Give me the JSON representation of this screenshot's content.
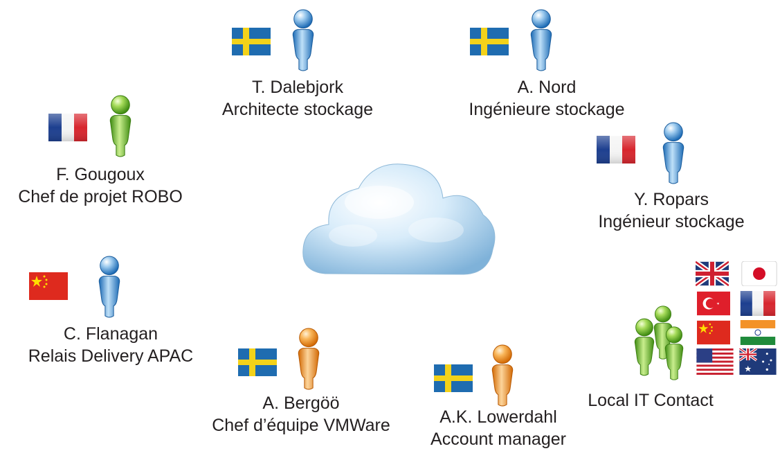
{
  "team": [
    {
      "id": "dalebjork",
      "name": "T. Dalebjork",
      "role": "Architecte stockage",
      "country_flag": "sweden",
      "figure_color": "blue"
    },
    {
      "id": "nord",
      "name": "A. Nord",
      "role": "Ingénieure stockage",
      "country_flag": "sweden",
      "figure_color": "blue"
    },
    {
      "id": "gougoux",
      "name": "F. Gougoux",
      "role": "Chef de projet ROBO",
      "country_flag": "france",
      "figure_color": "green"
    },
    {
      "id": "ropars",
      "name": "Y. Ropars",
      "role": "Ingénieur stockage",
      "country_flag": "france",
      "figure_color": "blue"
    },
    {
      "id": "flanagan",
      "name": "C. Flanagan",
      "role": "Relais Delivery APAC",
      "country_flag": "china",
      "figure_color": "blue"
    },
    {
      "id": "bergoo",
      "name": "A. Bergöö",
      "role": "Chef d’équipe VMWare",
      "country_flag": "sweden",
      "figure_color": "orange"
    },
    {
      "id": "lowerdahl",
      "name": "A.K. Lowerdahl",
      "role": "Account manager",
      "country_flag": "sweden",
      "figure_color": "orange"
    }
  ],
  "local_it": {
    "label": "Local IT Contact",
    "figure_color": "green",
    "flags": [
      "uk",
      "japan",
      "turkey",
      "france",
      "china",
      "india",
      "usa",
      "australia"
    ]
  },
  "center": {
    "icon": "cloud-icon"
  },
  "colors": {
    "text": "#231f20",
    "figure_blue": "#2f7fc4",
    "figure_green": "#6fb328",
    "figure_orange": "#f0901e"
  }
}
